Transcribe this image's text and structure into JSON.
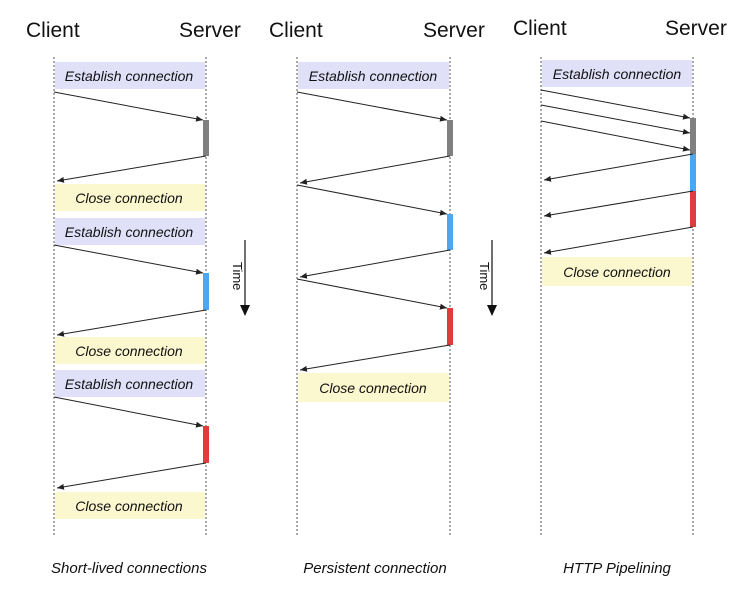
{
  "labels": {
    "client": "Client",
    "server": "Server",
    "establish": "Establish connection",
    "close": "Close connection",
    "time": "Time"
  },
  "colors": {
    "establish_bg": "#e0e0f8",
    "close_bg": "#fbf7cf",
    "request_gray": "#808080",
    "request_blue": "#4da6f0",
    "request_red": "#e03c3c"
  },
  "panels": [
    {
      "caption": "Short-lived connections",
      "connections": 3,
      "requests_per_connection": 1
    },
    {
      "caption": "Persistent connection",
      "connections": 1,
      "requests_per_connection": 3
    },
    {
      "caption": "HTTP Pipelining",
      "connections": 1,
      "requests_per_connection": 3,
      "pipelined": true
    }
  ]
}
